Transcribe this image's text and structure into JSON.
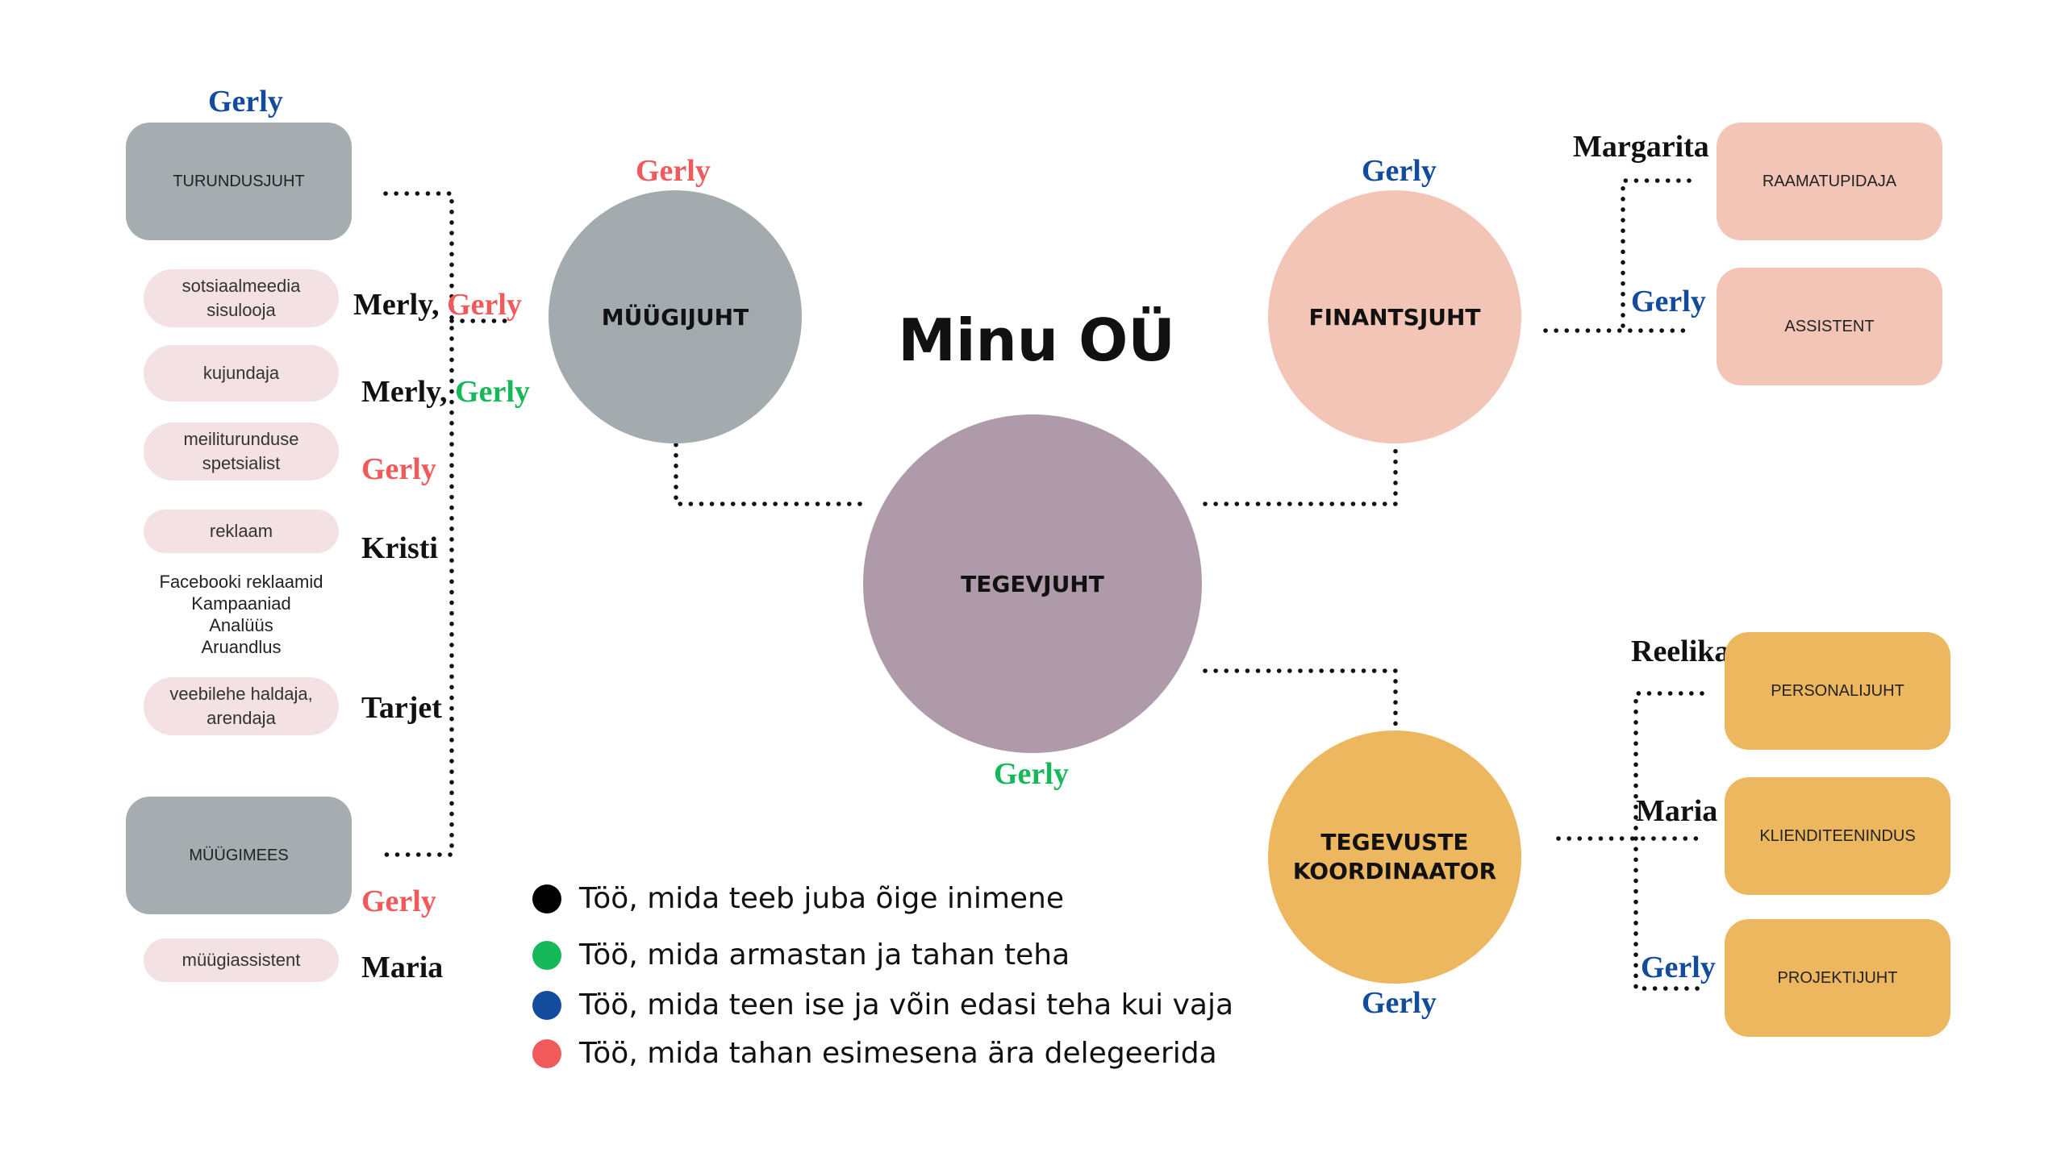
{
  "title": "Minu OÜ",
  "colors": {
    "black": "#000000",
    "green": "#17b85a",
    "blue": "#134c9c",
    "red": "#f05a5a",
    "grey_circle": "#a4abaf",
    "grey_box": "#a6adb0",
    "pink_box": "#f2c5b7",
    "orange_box": "#edb760",
    "purple_circle": "#ae9aa8",
    "task_pill": "#f3e1e3"
  },
  "circles": {
    "myygijuht": {
      "label": "MÜÜGIJUHT",
      "owner": "Gerly",
      "owner_color": "red"
    },
    "finantsjuht": {
      "label": "FINANTSJUHT",
      "owner": "Gerly",
      "owner_color": "blue"
    },
    "tegevjuht": {
      "label": "TEGEVJUHT",
      "owner": "Gerly",
      "owner_color": "green"
    },
    "koordinaator": {
      "label": "TEGEVUSTE KOORDINAATOR",
      "owner": "Gerly",
      "owner_color": "blue"
    }
  },
  "left": {
    "turundusjuht": {
      "label": "TURUNDUSJUHT",
      "owner": "Gerly"
    },
    "tasks": [
      {
        "label": "sotsiaalmeedia sisulooja",
        "name_a": "Merly,",
        "name_b": "Gerly",
        "name_b_color": "red"
      },
      {
        "label": "kujundaja",
        "name_a": "Merly,",
        "name_b": "Gerly",
        "name_b_color": "green"
      },
      {
        "label": "meiliturunduse spetsialist",
        "name_a": "",
        "name_b": "Gerly",
        "name_b_color": "red"
      },
      {
        "label": "reklaam",
        "name_a": "Kristi",
        "name_b": "",
        "name_b_color": ""
      },
      {
        "label": "veebilehe haldaja, arendaja",
        "name_a": "Tarjet",
        "name_b": "",
        "name_b_color": ""
      }
    ],
    "reklaam_details": [
      "Facebooki reklaamid",
      "Kampaaniad",
      "Analüüs",
      "Aruandlus"
    ],
    "myygimees": {
      "label": "MÜÜGIMEES",
      "owner": "Gerly"
    },
    "myygiassistent": {
      "label": "müügiassistent",
      "owner": "Maria"
    }
  },
  "right_top": {
    "raamatupidaja": {
      "label": "RAAMATUPIDAJA",
      "owner": "Margarita"
    },
    "assistent": {
      "label": "ASSISTENT",
      "owner": "Gerly"
    }
  },
  "right_bottom": {
    "personalijuht": {
      "label": "PERSONALIJUHT",
      "owner": "Reelika"
    },
    "klienditeenindus": {
      "label": "KLIENDITEENINDUS",
      "owner": "Maria"
    },
    "projektijuht": {
      "label": "PROJEKTIJUHT",
      "owner": "Gerly"
    }
  },
  "legend": [
    {
      "text": "Töö, mida teeb juba õige inimene",
      "color": "black"
    },
    {
      "text": "Töö, mida armastan ja tahan teha",
      "color": "green"
    },
    {
      "text": "Töö, mida teen ise ja võin edasi teha kui vaja",
      "color": "blue"
    },
    {
      "text": "Töö, mida tahan esimesena ära delegeerida",
      "color": "red"
    }
  ]
}
